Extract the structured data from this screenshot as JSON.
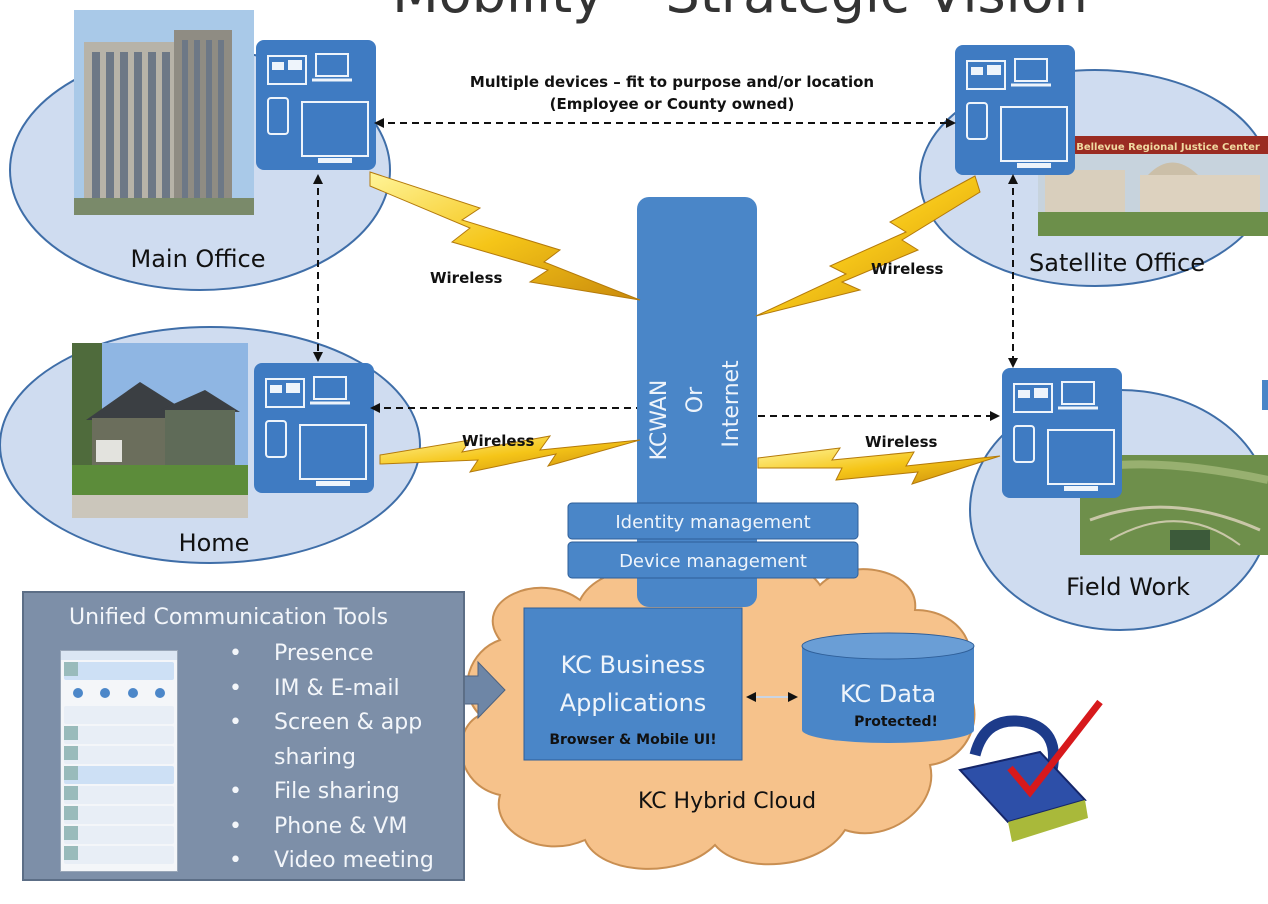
{
  "title": "Mobility – Strategic Vision",
  "top_note": {
    "line1": "Multiple devices – fit to purpose and/or location",
    "line2": "(Employee or County owned)"
  },
  "locations": {
    "main_office": "Main Office",
    "satellite_office": "Satellite Office",
    "home": "Home",
    "field_work": "Field Work"
  },
  "satellite_banner": "Bellevue Regional Justice Center",
  "links": {
    "wireless_1": "Wireless",
    "wireless_2": "Wireless",
    "wireless_3": "Wireless",
    "wireless_4": "Wireless"
  },
  "network": {
    "line1": "KCWAN",
    "line2": "Or",
    "line3": "Internet"
  },
  "management": {
    "identity": "Identity management",
    "device": "Device management"
  },
  "cloud": {
    "label": "KC Hybrid Cloud",
    "apps_title_1": "KC Business",
    "apps_title_2": "Applications",
    "apps_sub": "Browser & Mobile UI!",
    "data_title": "KC Data",
    "data_sub": "Protected!"
  },
  "tools": {
    "title": "Unified Communication Tools",
    "items": [
      "Presence",
      "IM & E-mail",
      "Screen & app sharing",
      "File sharing",
      "Phone & VM",
      "Video meeting"
    ]
  },
  "colors": {
    "ellipse_fill": "#cfdcf0",
    "ellipse_stroke": "#3f6ea8",
    "device_blue": "#3f7bc2",
    "network_blue": "#4a86c8",
    "cloud_fill": "#f6c28b",
    "lightning": "#f5c518"
  }
}
